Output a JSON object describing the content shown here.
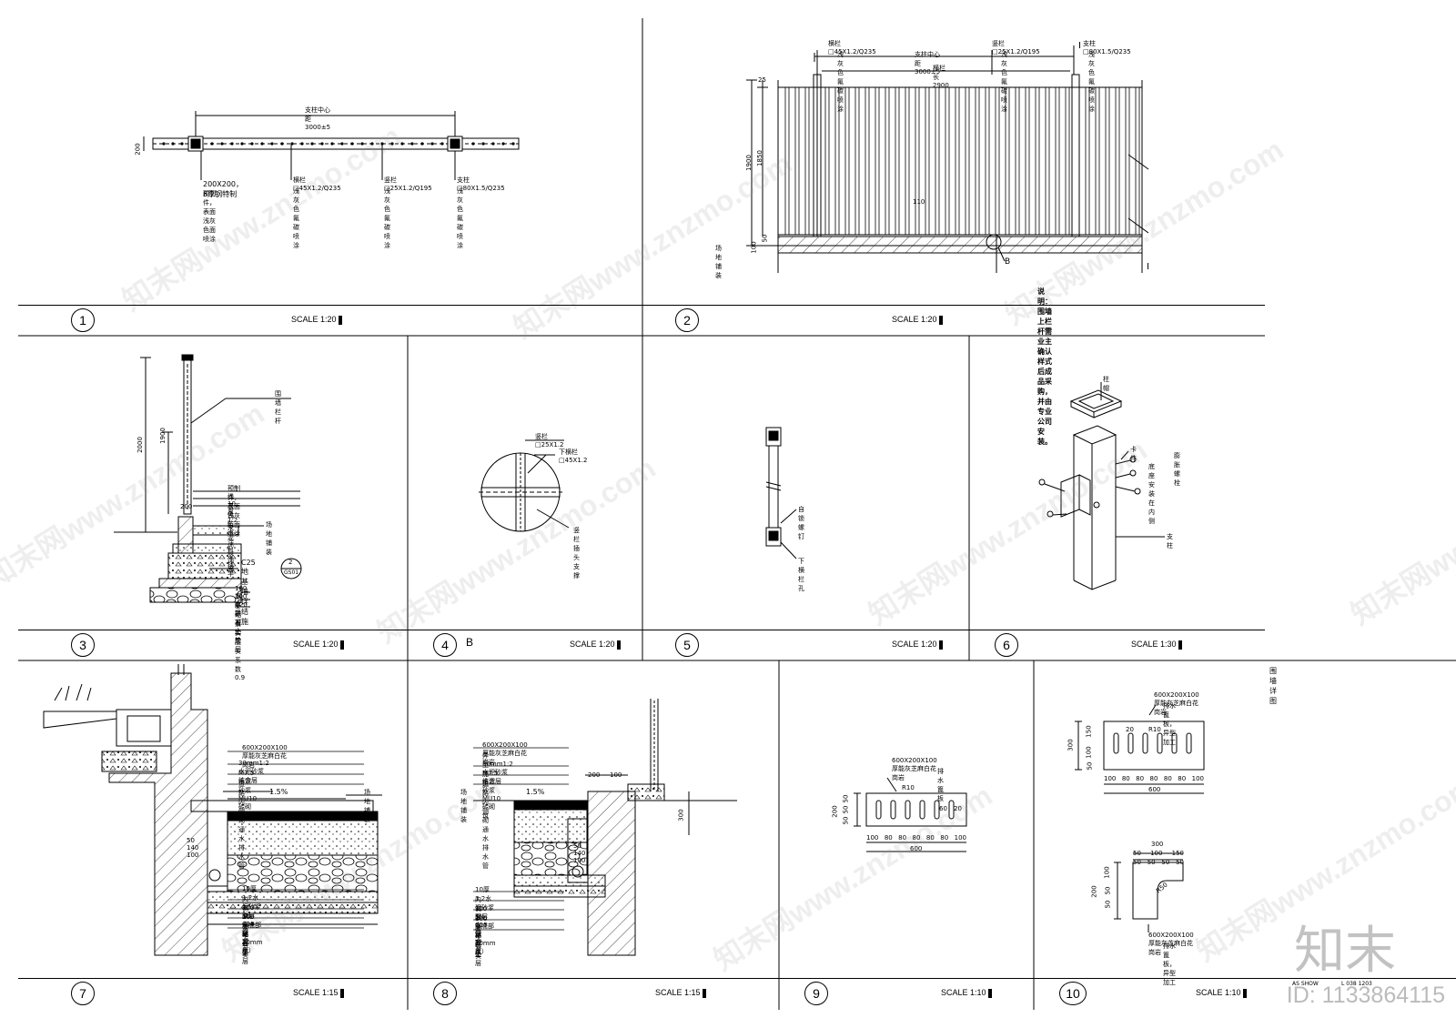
{
  "panels": [
    {
      "num": "1",
      "scale": "SCALE 1:20"
    },
    {
      "num": "2",
      "scale": "SCALE 1:20"
    },
    {
      "num": "3",
      "scale": "SCALE 1:20"
    },
    {
      "num": "4",
      "title": "B",
      "scale": "SCALE 1:20"
    },
    {
      "num": "5",
      "scale": "SCALE 1:20"
    },
    {
      "num": "6",
      "scale": "SCALE 1:30"
    },
    {
      "num": "7",
      "scale": "SCALE 1:15"
    },
    {
      "num": "8",
      "scale": "SCALE 1:15"
    },
    {
      "num": "9",
      "scale": "SCALE 1:10"
    },
    {
      "num": "10",
      "scale": "SCALE 1:10"
    }
  ],
  "p1": {
    "span": "支柱中心距3000±5",
    "h": "200",
    "l1": "200X200，8厚钢特制",
    "l1b": "预制件，表面浅灰色面喷涂",
    "l2": "横栏□45X1.2/Q235",
    "l2b": "浅灰色氟碳喷涂",
    "l3": "竖栏□25X1.2/Q195",
    "l3b": "浅灰色氟碳喷涂",
    "l4": "支柱□80X1.5/Q235",
    "l4b": "浅灰色氟碳喷涂"
  },
  "p2": {
    "t1": "横栏□45X1.2/Q235",
    "t2": "浅灰色氟碳喷涂",
    "t3": "支柱中心距3000±5",
    "t4": "竖栏□25X1.2/Q195",
    "t5": "浅灰色氟碳喷涂",
    "t6": "支柱□80X1.5/Q235",
    "t7": "浅灰色氟碳喷涂",
    "t8": "横栏长2900",
    "d1": "25",
    "d2": "1900",
    "d3": "1850",
    "d4": "50",
    "d5": "100",
    "d6": "110",
    "ground": "场地铺装",
    "cut": "I",
    "mark": "B",
    "note": "说明：围墙上栏杆需业主确认样式后成品采购，并由专业公司安装。"
  },
  "p3": {
    "d1": "2000",
    "d2": "1900",
    "d3": "200",
    "rail": "围墙栏杆",
    "a1": "预制件，表面浅灰色面喷涂",
    "a2": "浅灰色防水涂料饰面",
    "a3": "10厚1:2水泥砂浆找平",
    "ground": "场地铺装",
    "c25": "C25地基墙详结施",
    "b1": "100厚C20混凝土垫层",
    "b2": "100厚碎石垫层",
    "b3": "基础素实压实系数0.9",
    "ref": "2",
    "refb": "GS01"
  },
  "p4": {
    "a": "竖栏□25X1.2",
    "b": "下横栏□45X1.2",
    "c": "竖栏插头支撑"
  },
  "p5": {
    "a": "自锁螺钉",
    "b": "下横栏孔"
  },
  "p6": {
    "a": "柱帽",
    "b": "卡件",
    "c": "膨胀螺栓",
    "d": "底座安装在内侧",
    "e": "支柱"
  },
  "p7": {
    "a": "600X200X100厚能灰芝麻白花岗岩",
    "b": "30mm1:2水泥砂浆结合层",
    "c": "M7.5水泥砂浆MU10砖砌筑",
    "d": "道路内侧砌通水排水管",
    "slope": "1.5%",
    "ground": "场地铺装",
    "dims": "50  140  100",
    "e": "10厚1:2水泥砂浆面层（底部粘20mm厚）",
    "f": "内侧5%水泥砂浆",
    "g": "100厚C15混凝土",
    "h": "100厚碎石垫层",
    "i": "素土夯实"
  },
  "p8": {
    "a": "600X200X100厚能灰芝麻白花岗岩",
    "a2": "异型加工",
    "b": "30mm1:2水泥砂浆结合层",
    "c": "M7.5水泥砂浆MU10砖砌筑",
    "d": "道路内侧砌通水排水管",
    "slope": "1.5%",
    "ground": "场地铺装",
    "d1": "200",
    "d2": "100",
    "d3": "300",
    "dims": "50  140  100",
    "e": "10厚1:2水泥砂浆面层（底部粘20mm厚）",
    "f": "内侧5%水泥砂浆",
    "g": "100厚C15混凝土",
    "h": "100厚碎石垫层",
    "i": "素土夯实"
  },
  "p9": {
    "a": "600X200X100厚能灰芝麻白花岗岩",
    "b": "排水篦板",
    "r": "R10",
    "vd": [
      "50",
      "50",
      "50"
    ],
    "hd": [
      "100",
      "80",
      "80",
      "80",
      "80",
      "80",
      "100"
    ],
    "tot": "600",
    "h": "200",
    "d20": "20",
    "d60": "60"
  },
  "p10": {
    "hdr": "围墙详图",
    "a": "600X200X100厚能灰芝麻白花岗岩",
    "b": "排水篦板，异型加工",
    "vd1": [
      "150",
      "100",
      "50"
    ],
    "tot1": "300",
    "hd": [
      "100",
      "80",
      "80",
      "80",
      "80",
      "80",
      "100"
    ],
    "w": "600",
    "d20": "20",
    "r": "R10",
    "s1": "300",
    "s2": [
      "50",
      "100",
      "150"
    ],
    "s3": [
      "50",
      "50",
      "50",
      "50"
    ],
    "v2": [
      "100",
      "50",
      "50"
    ],
    "v2t": "200",
    "r2": "R50",
    "c": "600X200X100厚能灰芝麻白花岗岩",
    "c2": "排水篦板，异型加工"
  },
  "watermark": "知末网www.znzmo.com",
  "brand": "知末",
  "id": "ID: 1133864115",
  "stamp": "AS SHOW",
  "stamp2": "L 038 1203"
}
